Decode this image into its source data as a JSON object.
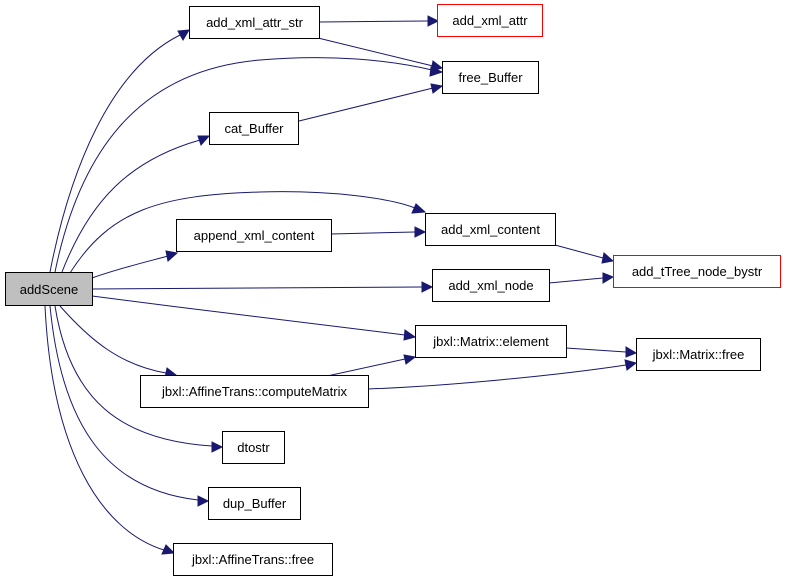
{
  "graph": {
    "colors": {
      "edge": "#191970",
      "external_border": "#ff0000",
      "root_fill": "#bfbfbf"
    },
    "nodes": {
      "addScene": "addScene",
      "add_xml_attr_str": "add_xml_attr_str",
      "add_xml_attr": "add_xml_attr",
      "free_Buffer": "free_Buffer",
      "cat_Buffer": "cat_Buffer",
      "append_xml_content": "append_xml_content",
      "add_xml_content": "add_xml_content",
      "add_tTree_node_bystr": "add_tTree_node_bystr",
      "add_xml_node": "add_xml_node",
      "matrix_element": "jbxl::Matrix::element",
      "matrix_free": "jbxl::Matrix::free",
      "compute_matrix": "jbxl::AffineTrans::computeMatrix",
      "dtostr": "dtostr",
      "dup_Buffer": "dup_Buffer",
      "affine_free": "jbxl::AffineTrans::free"
    }
  }
}
